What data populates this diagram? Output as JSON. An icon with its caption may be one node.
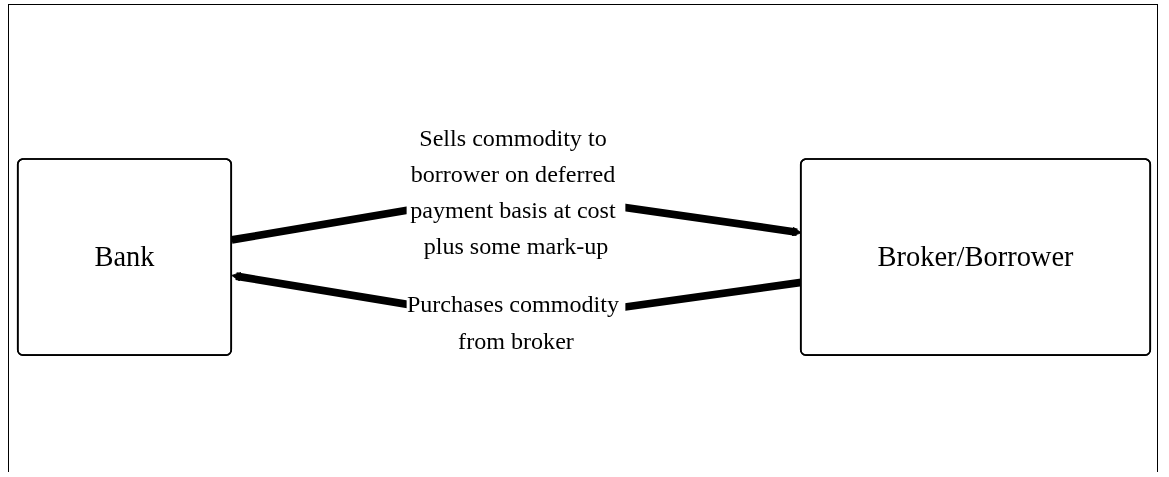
{
  "diagram": {
    "nodes": [
      {
        "text": [
          "Bank"
        ]
      },
      {
        "text": [
          "Broker/Borrower"
        ]
      }
    ],
    "edges": [
      {
        "from": 1,
        "to": 0,
        "arrow": "to",
        "label": "Purchases commodity from broker"
      },
      {
        "from": 0,
        "to": 1,
        "arrow": "to",
        "label": "Sells commodity to borrower on deferred payment basis at cost plus some mark-up"
      }
    ]
  }
}
